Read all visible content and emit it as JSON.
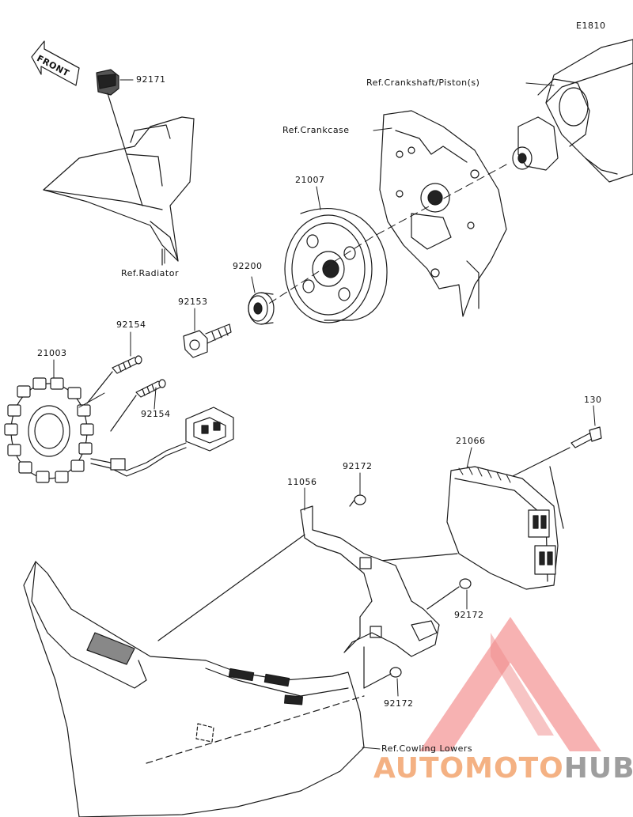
{
  "diagram_code": "E1810",
  "front_label": "FRONT",
  "part_labels": {
    "p92171": "92171",
    "p21007": "21007",
    "p92200": "92200",
    "p92153": "92153",
    "p92154a": "92154",
    "p92154b": "92154",
    "p21003": "21003",
    "p130": "130",
    "p21066": "21066",
    "p11056": "11056",
    "p92172a": "92172",
    "p92172b": "92172",
    "p92172c": "92172"
  },
  "ref_labels": {
    "crankshaft": "Ref.Crankshaft/Piston(s)",
    "crankcase": "Ref.Crankcase",
    "radiator": "Ref.Radiator",
    "cowling": "Ref.Cowling Lowers"
  },
  "watermark": {
    "part1": "AUTOMOTO",
    "part2": "HUB",
    "colors": {
      "light": "#f4b183",
      "triangle": "#f4a3a3",
      "gray": "#9e9e9e"
    }
  }
}
